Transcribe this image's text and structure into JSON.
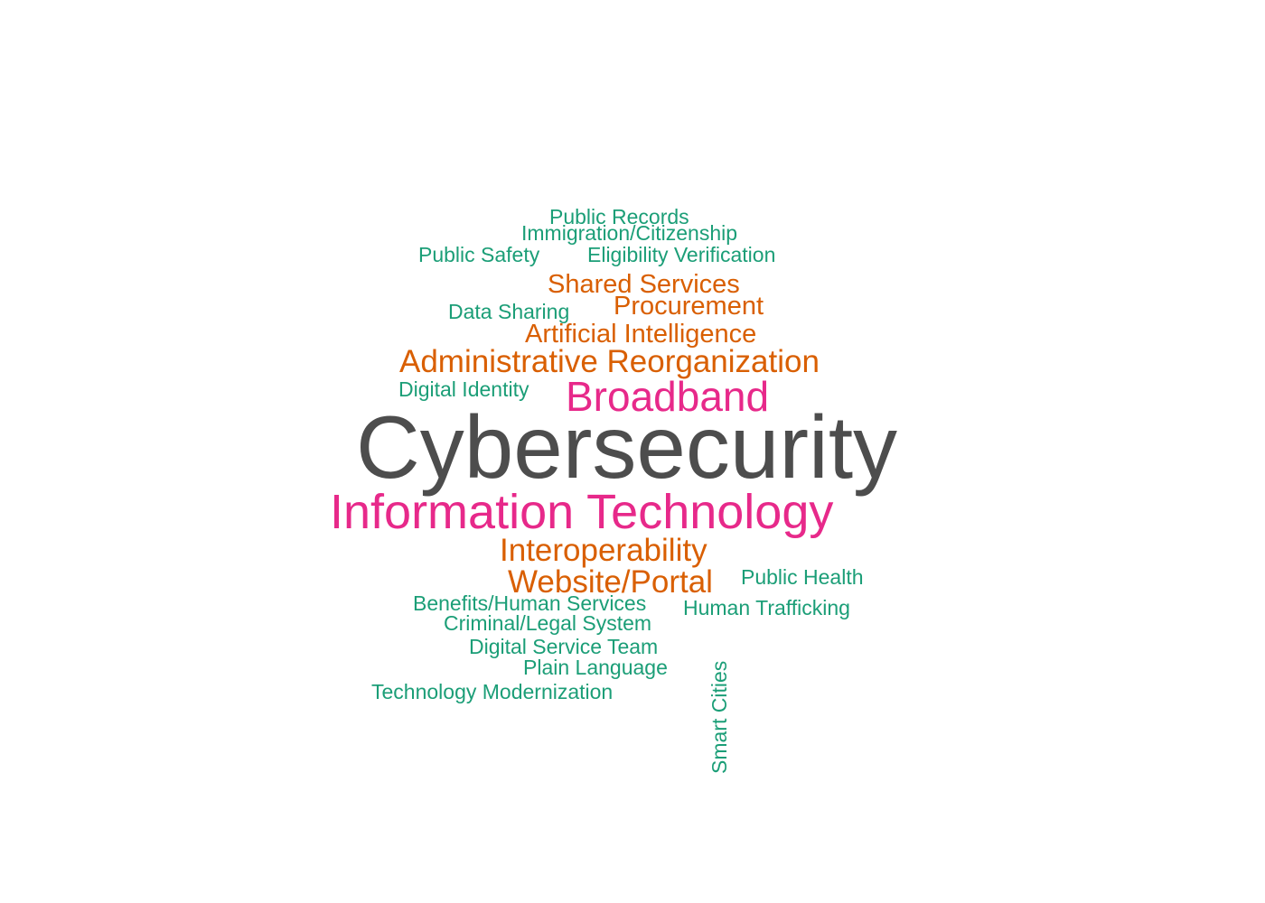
{
  "palette": {
    "tier1": "#4d4d4d",
    "tier2": "#e7298a",
    "tier3": "#d95f02",
    "tier4": "#1b9e77",
    "background": "#ffffff"
  },
  "words": {
    "cybersecurity": "Cybersecurity",
    "information_technology": "Information Technology",
    "broadband": "Broadband",
    "administrative_reorganization": "Administrative Reorganization",
    "interoperability": "Interoperability",
    "website_portal": "Website/Portal",
    "artificial_intelligence": "Artificial Intelligence",
    "shared_services": "Shared Services",
    "procurement": "Procurement",
    "public_records": "Public Records",
    "immigration_citizenship": "Immigration/Citizenship",
    "public_safety": "Public Safety",
    "eligibility_verification": "Eligibility Verification",
    "data_sharing": "Data Sharing",
    "digital_identity": "Digital Identity",
    "public_health": "Public Health",
    "benefits_human_services": "Benefits/Human Services",
    "human_trafficking": "Human Trafficking",
    "criminal_legal_system": "Criminal/Legal System",
    "digital_service_team": "Digital Service Team",
    "plain_language": "Plain Language",
    "technology_modernization": "Technology Modernization",
    "smart_cities": "Smart Cities"
  }
}
